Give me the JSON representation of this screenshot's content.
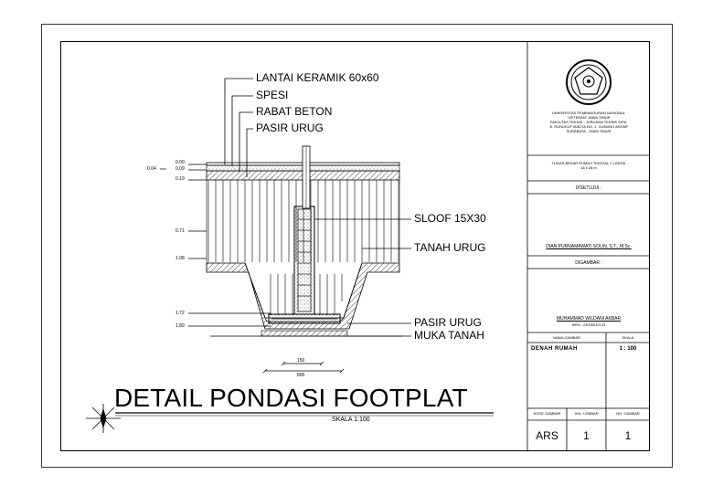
{
  "labels": {
    "lantai": "LANTAI KERAMIK 60x60",
    "spesi": "SPESI",
    "rabat": "RABAT BETON",
    "pasir_top": "PASIR URUG",
    "sloof": "SLOOF 15X30",
    "tanah_urug": "TANAH URUG",
    "pasir_bottom": "PASIR URUG",
    "muka_tanah": "MUKA TANAH"
  },
  "elevations": {
    "e004": "0.04",
    "e000": "0.00",
    "e009": "0.09",
    "e019": "0.19",
    "e071": "0.71",
    "e108": "1.08",
    "e172": "1.72",
    "e189": "1.89"
  },
  "dimensions": {
    "d150": "150",
    "d800": "800"
  },
  "title": {
    "main": "DETAIL PONDASI FOOTPLAT",
    "scale": "SKALA 1:100"
  },
  "title_block": {
    "university": "UNIVERSITAS PEMBANGUNAN NASIONAL",
    "veteran": "\"VETERAN\" JAWA TIMUR",
    "faculty": "FAKULTAS TEKNIK - JURUSAN TEKNIK SIPIL",
    "address": "Jl. RUNGKUT MADYA NO. 1, GUNUNG ANYAR",
    "city": "SURABAYA - JAWA TIMUR",
    "task": "TUGAS BESAR RUMAH TINGGAL 2 LANTAI",
    "task_size": "18 x 28 m",
    "approved_label": "DISETUJUI :",
    "approver": "DIAN PURNAMAWATI SOLIN, S.T., M.Sc.",
    "drawn_label": "DIGAMBAR :",
    "drawer": "MUHAMMAD WILDANI AKBAR",
    "npm": "NPM : 23035010133",
    "sheet_name_label": "NAMA GAMBAR",
    "scale_label": "SKALA",
    "sheet_name": "DENAH RUMAH",
    "scale_value": "1 : 100",
    "code_label": "KODE GAMBAR",
    "sheets_label": "JML. LEMBAR",
    "number_label": "NO. GAMBAR",
    "code": "ARS",
    "sheets": "1",
    "number": "1"
  }
}
